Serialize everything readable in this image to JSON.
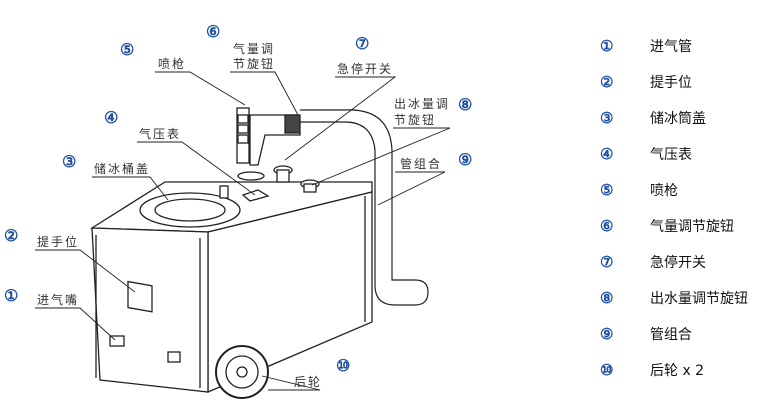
{
  "diagram": {
    "callouts": [
      {
        "num": "①",
        "label": "进气嘴"
      },
      {
        "num": "②",
        "label": "提手位"
      },
      {
        "num": "③",
        "label": "储冰桶盖"
      },
      {
        "num": "④",
        "label": "气压表"
      },
      {
        "num": "⑤",
        "label": "喷枪"
      },
      {
        "num": "⑥",
        "label_line1": "气量调",
        "label_line2": "节旋钮"
      },
      {
        "num": "⑦",
        "label": "急停开关"
      },
      {
        "num": "⑧",
        "label_line1": "出冰量调",
        "label_line2": "节旋钮"
      },
      {
        "num": "⑨",
        "label": "管组合"
      },
      {
        "num": "⑩",
        "label": "后轮"
      }
    ]
  },
  "legend": [
    {
      "num": "①",
      "text": "进气管"
    },
    {
      "num": "②",
      "text": "提手位"
    },
    {
      "num": "③",
      "text": "储冰筒盖"
    },
    {
      "num": "④",
      "text": "气压表"
    },
    {
      "num": "⑤",
      "text": "喷枪"
    },
    {
      "num": "⑥",
      "text": "气量调节旋钮"
    },
    {
      "num": "⑦",
      "text": "急停开关"
    },
    {
      "num": "⑧",
      "text": "出水量调节旋钮"
    },
    {
      "num": "⑨",
      "text": "管组合"
    },
    {
      "num": "⑩",
      "text": "后轮 x 2"
    }
  ],
  "colors": {
    "number": "#1f4fa0",
    "line": "#222222"
  }
}
